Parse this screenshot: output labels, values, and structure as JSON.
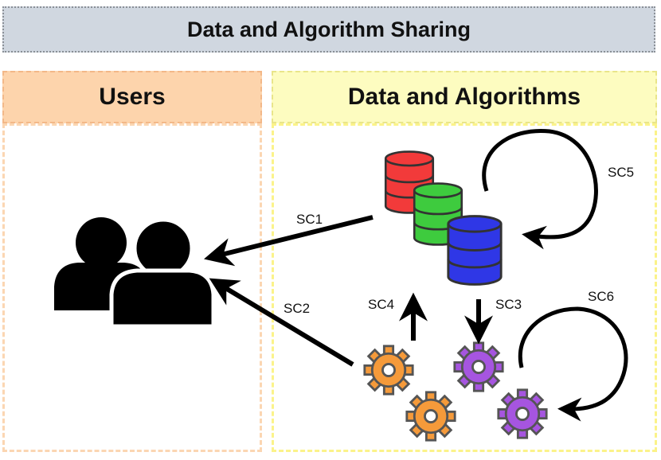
{
  "title": "Data and Algorithm Sharing",
  "panels": {
    "users": {
      "header": "Users"
    },
    "data_algorithms": {
      "header": "Data and Algorithms"
    }
  },
  "labels": {
    "sc1": "SC1",
    "sc2": "SC2",
    "sc3": "SC3",
    "sc4": "SC4",
    "sc5": "SC5",
    "sc6": "SC6"
  },
  "icons": {
    "users": "users-icon",
    "databases": [
      "database-red-icon",
      "database-green-icon",
      "database-blue-icon"
    ],
    "gears": [
      "gear-orange-icon",
      "gear-orange-icon",
      "gear-purple-icon",
      "gear-purple-icon"
    ]
  },
  "colors": {
    "database_red": "#f23a3a",
    "database_green": "#3ecb3e",
    "database_blue": "#2f37e6",
    "gear_orange": "#f59a3a",
    "gear_purple": "#a655e0"
  }
}
